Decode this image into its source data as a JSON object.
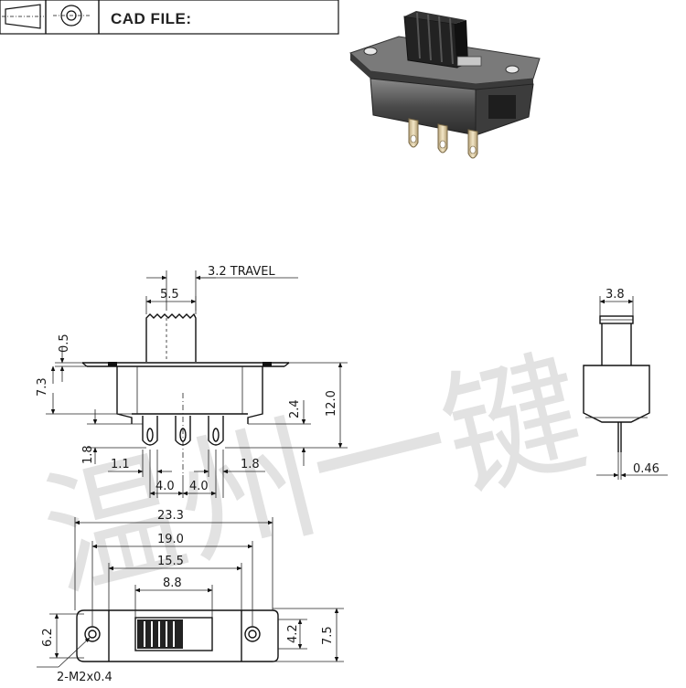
{
  "header": {
    "cad_label": "CAD FILE:"
  },
  "dimensions": {
    "travel": "3.2 TRAVEL",
    "knob_width": "5.5",
    "knob_height": "0.5",
    "body_height": "7.3",
    "pin_height": "2.4",
    "total_height": "12.0",
    "pin_tip": "1.8",
    "pin_offset": "1.1",
    "pin_pitch_a": "4.0",
    "pin_pitch_b": "4.0",
    "pin_offset_right": "1.8",
    "side_knob_width": "3.8",
    "side_pin_thickness": "0.46",
    "overall_length": "23.3",
    "hole_spacing": "19.0",
    "body_length": "15.5",
    "slot_length": "8.8",
    "flange_height": "6.2",
    "slot_height": "4.2",
    "body_width": "7.5",
    "mounting_holes": "2-M2x0.4"
  },
  "watermark": {
    "text": "温州一键"
  },
  "colors": {
    "line": "#111111",
    "metal_dark": "#2e2e2e",
    "metal_mid": "#5a5a5a",
    "metal_light": "#9a9a9a",
    "pin_gold": "#d9c8a2"
  }
}
